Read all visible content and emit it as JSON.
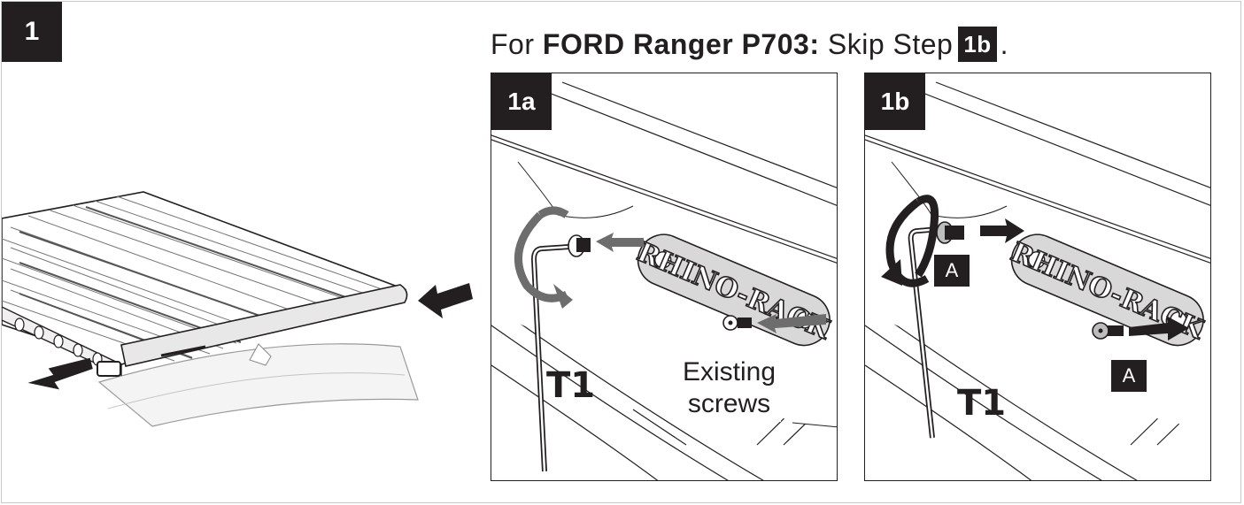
{
  "step": {
    "number": "1"
  },
  "heading": {
    "prefix": "For",
    "vehicle": "FORD Ranger P703:",
    "instruction": "Skip Step",
    "step_ref": "1b",
    "suffix": "."
  },
  "panels": [
    {
      "label": "1a",
      "tool": "T1",
      "callout_line1": "Existing",
      "callout_line2": "screws",
      "logo": "RHINO-RACK"
    },
    {
      "label": "1b",
      "tool": "T1",
      "part_tag_upper": "A",
      "part_tag_lower": "A",
      "logo": "RHINO-RACK"
    }
  ],
  "icons": [
    "arrow-icon",
    "rotation-icon",
    "hex-key-icon",
    "screw-icon"
  ]
}
